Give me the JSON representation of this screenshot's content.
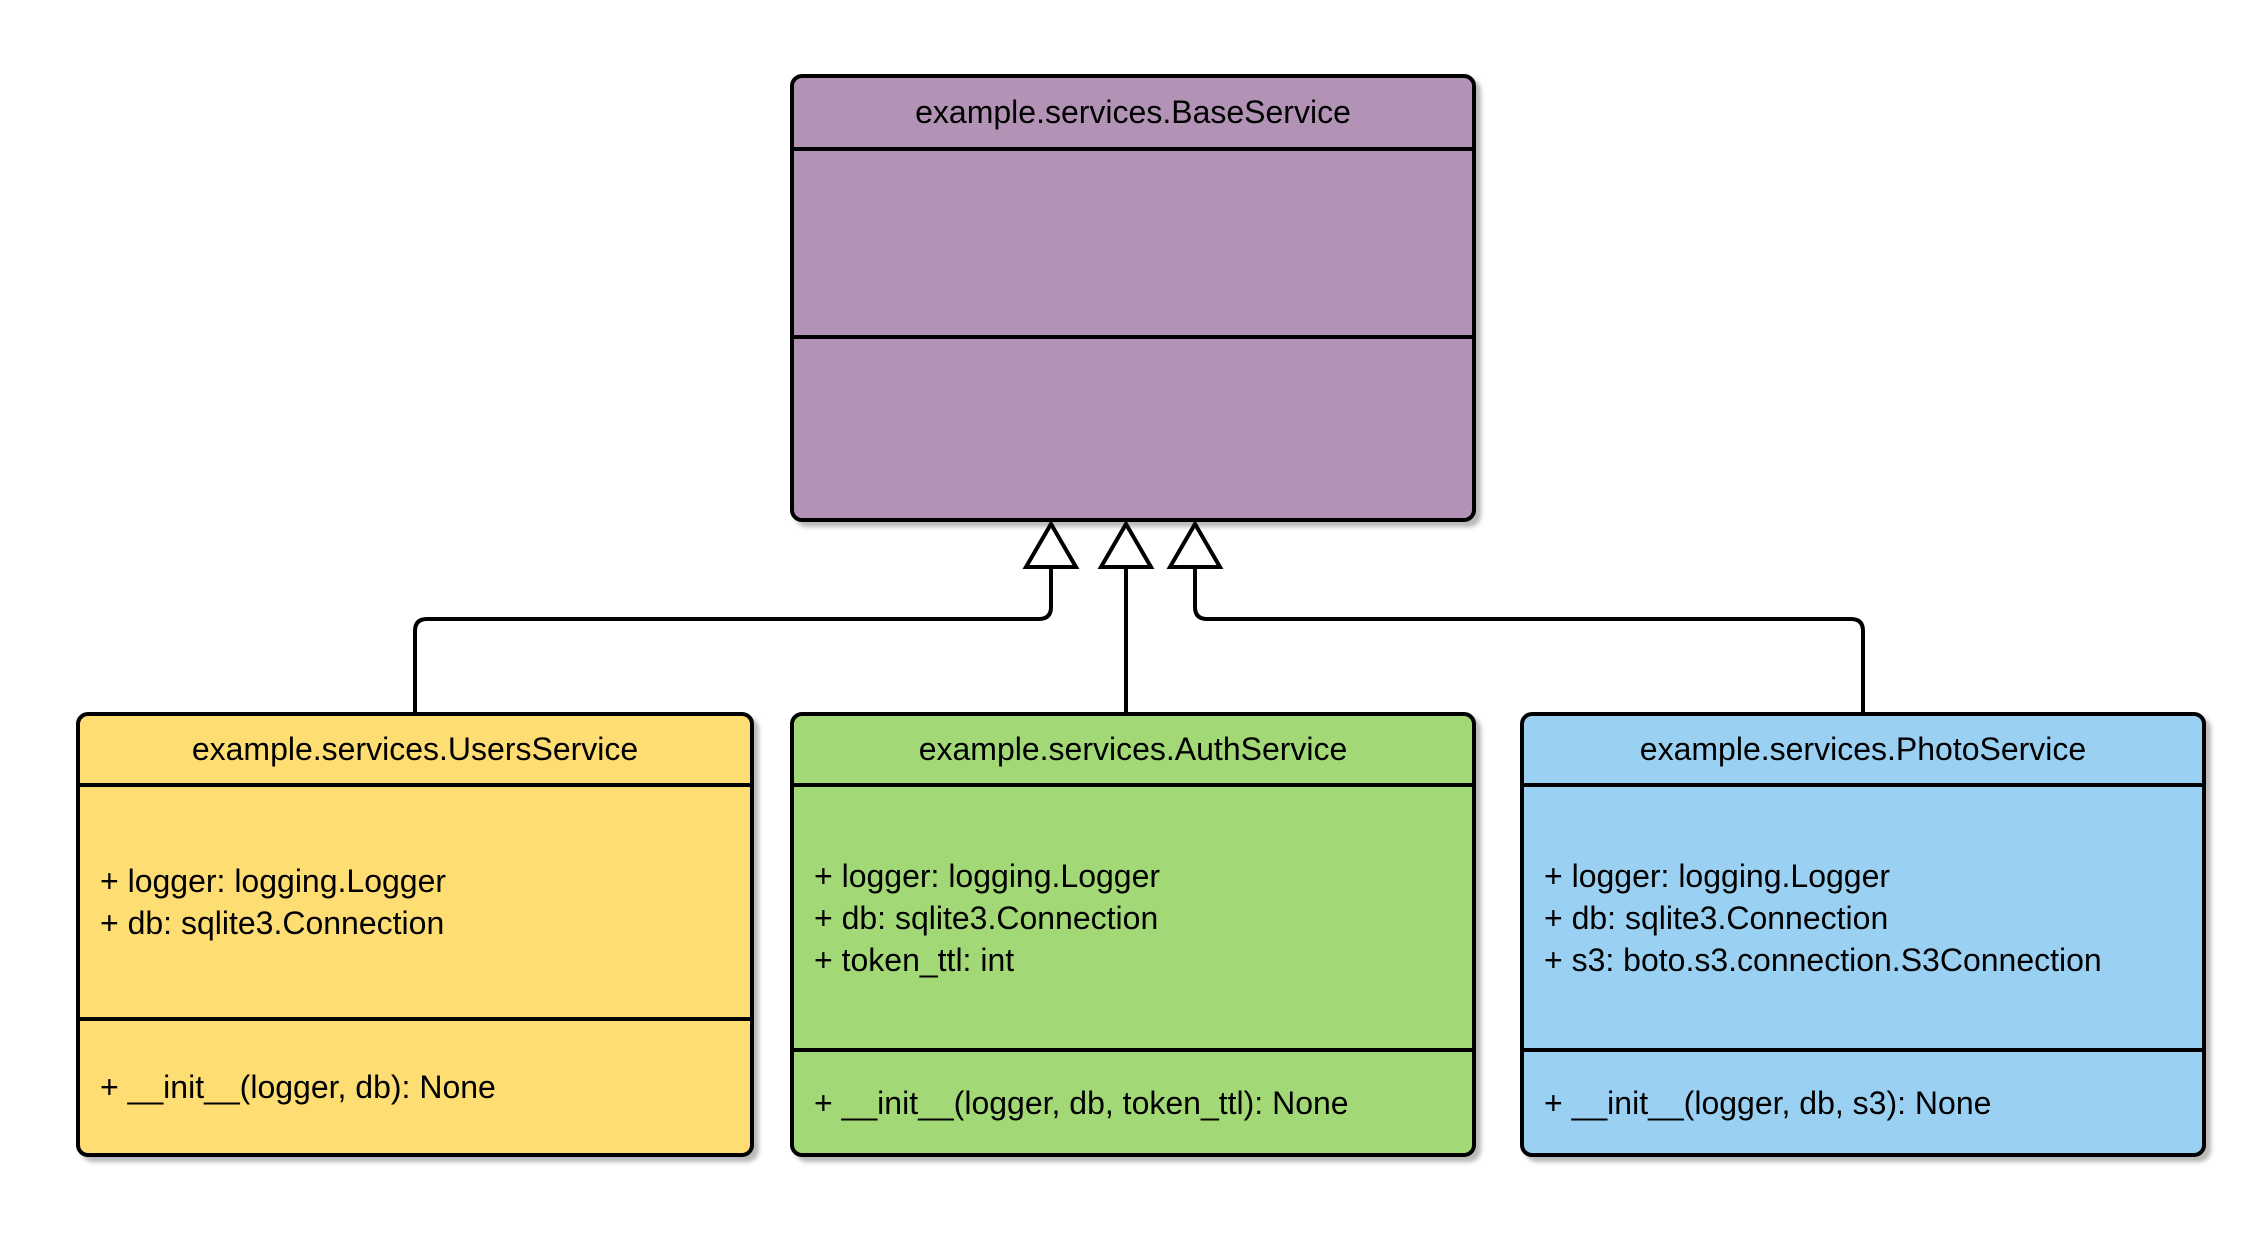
{
  "diagram": {
    "type": "uml-class-diagram",
    "background": "#ffffff",
    "edge_color": "#000000",
    "classes": [
      {
        "name": "BaseService",
        "title": "example.services.BaseService",
        "fill": "#B293B5",
        "attributes": [],
        "methods": []
      },
      {
        "name": "UsersService",
        "title": "example.services.UsersService",
        "fill": "#FEDD72",
        "attributes": [
          "+ logger: logging.Logger",
          "+ db: sqlite3.Connection"
        ],
        "methods": [
          "+ __init__(logger, db): None"
        ]
      },
      {
        "name": "AuthService",
        "title": "example.services.AuthService",
        "fill": "#A3D876",
        "attributes": [
          "+ logger: logging.Logger",
          "+ db: sqlite3.Connection",
          "+ token_ttl: int"
        ],
        "methods": [
          "+ __init__(logger, db, token_ttl): None"
        ]
      },
      {
        "name": "PhotoService",
        "title": "example.services.PhotoService",
        "fill": "#9AD1F2",
        "attributes": [
          "+ logger: logging.Logger",
          "+ db: sqlite3.Connection",
          "+ s3: boto.s3.connection.S3Connection"
        ],
        "methods": [
          "+ __init__(logger, db, s3): None"
        ]
      }
    ],
    "relations": [
      {
        "from": "example.services.UsersService",
        "to": "example.services.BaseService",
        "type": "inheritance"
      },
      {
        "from": "example.services.AuthService",
        "to": "example.services.BaseService",
        "type": "inheritance"
      },
      {
        "from": "example.services.PhotoService",
        "to": "example.services.BaseService",
        "type": "inheritance"
      }
    ]
  }
}
